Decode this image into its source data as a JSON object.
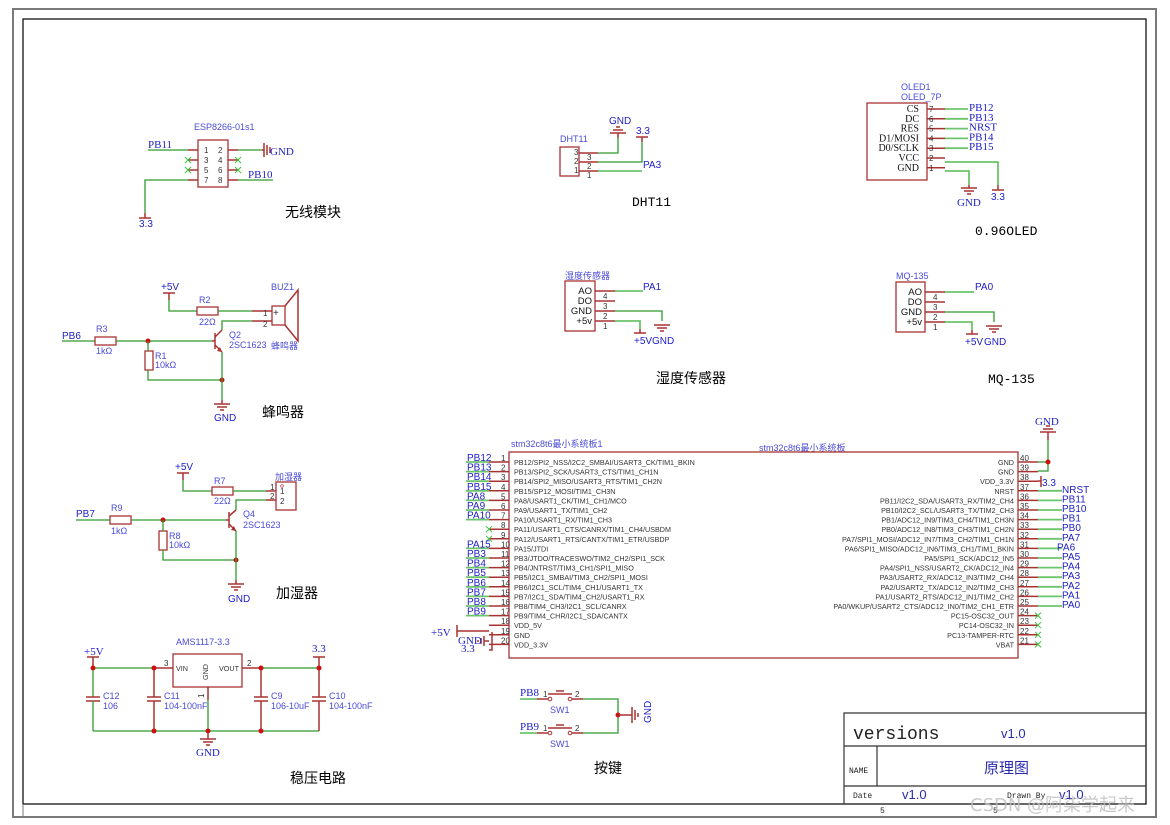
{
  "sheet": {
    "frame_number_left": "5",
    "frame_number_right": "5"
  },
  "title_block": {
    "versions_label": "versions",
    "versions_value": "v1.0",
    "name_label": "NAME",
    "name_value": "原理图",
    "date_label": "Date",
    "date_value": "v1.0",
    "drawn_by_label": "Drawn By",
    "drawn_by_value": "v1.0"
  },
  "watermark": "CSDN @阿柒学起来",
  "modules": {
    "esp": {
      "part": "ESP8266-01s1",
      "title": "无线模块",
      "pins_left": [
        "1",
        "3",
        "5",
        "7"
      ],
      "pins_right": [
        "2",
        "4",
        "6",
        "8"
      ],
      "nets": {
        "pin1": "PB11",
        "pin2": "GND",
        "pin8": "PB10",
        "pin7": "3.3"
      }
    },
    "dht11": {
      "ref": "DHT11",
      "title": "DHT11",
      "pins": [
        "3",
        "2",
        "1"
      ],
      "outer_pins": [
        "3",
        "2",
        "1"
      ],
      "nets": {
        "gnd": "GND",
        "vcc": "3.3",
        "data": "PA3"
      }
    },
    "oled": {
      "ref": "OLED1",
      "part": "OLED_7P",
      "title": "0.96OLED",
      "pin_labels": [
        "CS",
        "DC",
        "RES",
        "D1/MOSI",
        "D0/SCLK",
        "VCC",
        "GND"
      ],
      "pin_numbers": [
        "7",
        "6",
        "5",
        "4",
        "3",
        "2",
        "1"
      ],
      "nets": [
        "PB12",
        "PB13",
        "NRST",
        "PB14",
        "PB15"
      ],
      "gnd": "GND",
      "vcc": "3.3"
    },
    "buzzer": {
      "title": "蜂鸣器",
      "vcc": "+5V",
      "input": "PB6",
      "gnd": "GND",
      "buz_ref": "BUZ1",
      "buz_name": "蜂鸣器",
      "r2": {
        "ref": "R2",
        "value": "22Ω"
      },
      "r3": {
        "ref": "R3",
        "value": "1kΩ"
      },
      "r1": {
        "ref": "R1",
        "value": "10kΩ"
      },
      "q": {
        "ref": "Q2",
        "value": "2SC1623"
      },
      "pins": [
        "1",
        "2"
      ]
    },
    "humidity_sensor": {
      "ref": "湿度传感器",
      "title": "湿度传感器",
      "pin_labels": [
        "AO",
        "DO",
        "GND",
        "+5v"
      ],
      "pin_numbers": [
        "4",
        "3",
        "2",
        "1"
      ],
      "nets": {
        "ao": "PA1",
        "vcc": "+5V",
        "gnd": "GND"
      }
    },
    "mq135": {
      "ref": "MQ-135",
      "title": "MQ-135",
      "pin_labels": [
        "AO",
        "DO",
        "GND",
        "+5v"
      ],
      "pin_numbers": [
        "4",
        "3",
        "2",
        "1"
      ],
      "nets": {
        "ao": "PA0",
        "vcc": "+5V",
        "gnd": "GND"
      }
    },
    "humidifier": {
      "title": "加湿器",
      "vcc": "+5V",
      "input": "PB7",
      "gnd": "GND",
      "conn_ref": "加湿器",
      "r7": {
        "ref": "R7",
        "value": "22Ω"
      },
      "r9": {
        "ref": "R9",
        "value": "1kΩ"
      },
      "r8": {
        "ref": "R8",
        "value": "10kΩ"
      },
      "q": {
        "ref": "Q4",
        "value": "2SC1623"
      },
      "pins": [
        "1",
        "2"
      ]
    },
    "regulator": {
      "title": "稳压电路",
      "part": "AMS1117-3.3",
      "vin": "VIN",
      "vout": "VOUT",
      "gnd_pin": "GND",
      "pin_vin": "3",
      "pin_vout": "2",
      "pin_gnd": "1",
      "in_net": "+5V",
      "out_net": "3.3",
      "gnd": "GND",
      "caps": [
        {
          "ref": "C12",
          "value": "106"
        },
        {
          "ref": "C11",
          "value": "104-100nF"
        },
        {
          "ref": "C9",
          "value": "106-10uF"
        },
        {
          "ref": "C10",
          "value": "104-100nF"
        }
      ]
    },
    "mcu": {
      "ref": "stm32c8t6最小系统板1",
      "part": "stm32c8t6最小系统板",
      "left_pins": [
        {
          "num": "1",
          "label": "PB12/SPI2_NSS/I2C2_SMBAI/USART3_CK/TIM1_BKIN",
          "net": "PB12"
        },
        {
          "num": "2",
          "label": "PB13/SPI2_SCK/USART3_CTS/TIM1_CH1N",
          "net": "PB13"
        },
        {
          "num": "3",
          "label": "PB14/SPI2_MISO/USART3_RTS/TIM1_CH2N",
          "net": "PB14"
        },
        {
          "num": "4",
          "label": "PB15/SP12_MOSI/TIM1_CH3N",
          "net": "PB15"
        },
        {
          "num": "5",
          "label": "PA8/USART1_CK/TIM1_CH1/MCO",
          "net": "PA8"
        },
        {
          "num": "6",
          "label": "PA9/USART1_TX/TIM1_CH2",
          "net": "PA9"
        },
        {
          "num": "7",
          "label": "PA10/USART1_RX/TIM1_CH3",
          "net": "PA10"
        },
        {
          "num": "8",
          "label": "PA11/USART1_CTS/CANRX/TIM1_CH4/USBDM",
          "net": ""
        },
        {
          "num": "9",
          "label": "PA12/USART1_RTS/CANTX/TIM1_ETR/USBDP",
          "net": ""
        },
        {
          "num": "10",
          "label": "PA15/JTDI",
          "net": "PA15"
        },
        {
          "num": "11",
          "label": "PB3/JTDO/TRACESWO/TIM2_CH2/SPI1_SCK",
          "net": "PB3"
        },
        {
          "num": "12",
          "label": "PB4/JNTRST/TIM3_CH1/SPI1_MISO",
          "net": "PB4"
        },
        {
          "num": "13",
          "label": "PB5/I2C1_SMBAI/TIM3_CH2/SPI1_MOSI",
          "net": "PB5"
        },
        {
          "num": "14",
          "label": "PB6/I2C1_SCL/TIM4_CH1/USART1_TX",
          "net": "PB6"
        },
        {
          "num": "15",
          "label": "PB7/I2C1_SDA/TIM4_CH2/USART1_RX",
          "net": "PB7"
        },
        {
          "num": "16",
          "label": "PB8/TIM4_CH3/I2C1_SCL/CANRX",
          "net": "PB8"
        },
        {
          "num": "17",
          "label": "PB9/TIM4_CHR/I2C1_SDA/CANTX",
          "net": "PB9"
        },
        {
          "num": "18",
          "label": "VDD_5V",
          "net": "+5V"
        },
        {
          "num": "19",
          "label": "GND",
          "net": "GND"
        },
        {
          "num": "20",
          "label": "VDD_3.3V",
          "net": "3.3"
        }
      ],
      "right_pins": [
        {
          "num": "40",
          "label": "GND",
          "net": "GND"
        },
        {
          "num": "39",
          "label": "GND",
          "net": "GND"
        },
        {
          "num": "38",
          "label": "VDD_3.3V",
          "net": "3.3"
        },
        {
          "num": "37",
          "label": "NRST",
          "net": "NRST"
        },
        {
          "num": "36",
          "label": "PB11/I2C2_SDA/USART3_RX/TIM2_CH4",
          "net": "PB11"
        },
        {
          "num": "35",
          "label": "PB10/I2C2_SCL/USART3_TX/TIM2_CH3",
          "net": "PB10"
        },
        {
          "num": "34",
          "label": "PB1/ADC12_IN9/TIM3_CH4/TIM1_CH3N",
          "net": "PB1"
        },
        {
          "num": "33",
          "label": "PB0/ADC12_IN8/TIM3_CH3/TIM1_CH2N",
          "net": "PB0"
        },
        {
          "num": "32",
          "label": "PA7/SPI1_MOSI/ADC12_IN7/TIM3_CH2/TIM1_CH1N",
          "net": "PA7"
        },
        {
          "num": "31",
          "label": "PA6/SPI1_MISO/ADC12_IN6/TIM3_CH1/TIM1_BKIN",
          "net": "PA6"
        },
        {
          "num": "30",
          "label": "PA5/SPI1_SCK/ADC12_IN5",
          "net": "PA5"
        },
        {
          "num": "29",
          "label": "PA4/SPI1_NSS/USART2_CK/ADC12_IN4",
          "net": "PA4"
        },
        {
          "num": "28",
          "label": "PA3/USART2_RX/ADC12_IN3/TIM2_CH4",
          "net": "PA3"
        },
        {
          "num": "27",
          "label": "PA2/USART2_TX/ADC12_IN2/TIM2_CH3",
          "net": "PA2"
        },
        {
          "num": "26",
          "label": "PA1/USART2_RTS/ADC12_IN1/TIM2_CH2",
          "net": "PA1"
        },
        {
          "num": "25",
          "label": "PA0/WKUP/USART2_CTS/ADC12_IN0/TIM2_CH1_ETR",
          "net": "PA0"
        },
        {
          "num": "24",
          "label": "PC15-OSC32_OUT",
          "net": ""
        },
        {
          "num": "23",
          "label": "PC14-OSC32_IN",
          "net": ""
        },
        {
          "num": "22",
          "label": "PC13-TAMPER-RTC",
          "net": ""
        },
        {
          "num": "21",
          "label": "VBAT",
          "net": ""
        }
      ]
    },
    "buttons": {
      "title": "按键",
      "switches": [
        {
          "ref": "SW1",
          "net": "PB8",
          "pin_a": "1",
          "pin_b": "2"
        },
        {
          "ref": "SW1",
          "net": "PB9",
          "pin_a": "1",
          "pin_b": "2"
        }
      ],
      "gnd": "GND"
    }
  }
}
